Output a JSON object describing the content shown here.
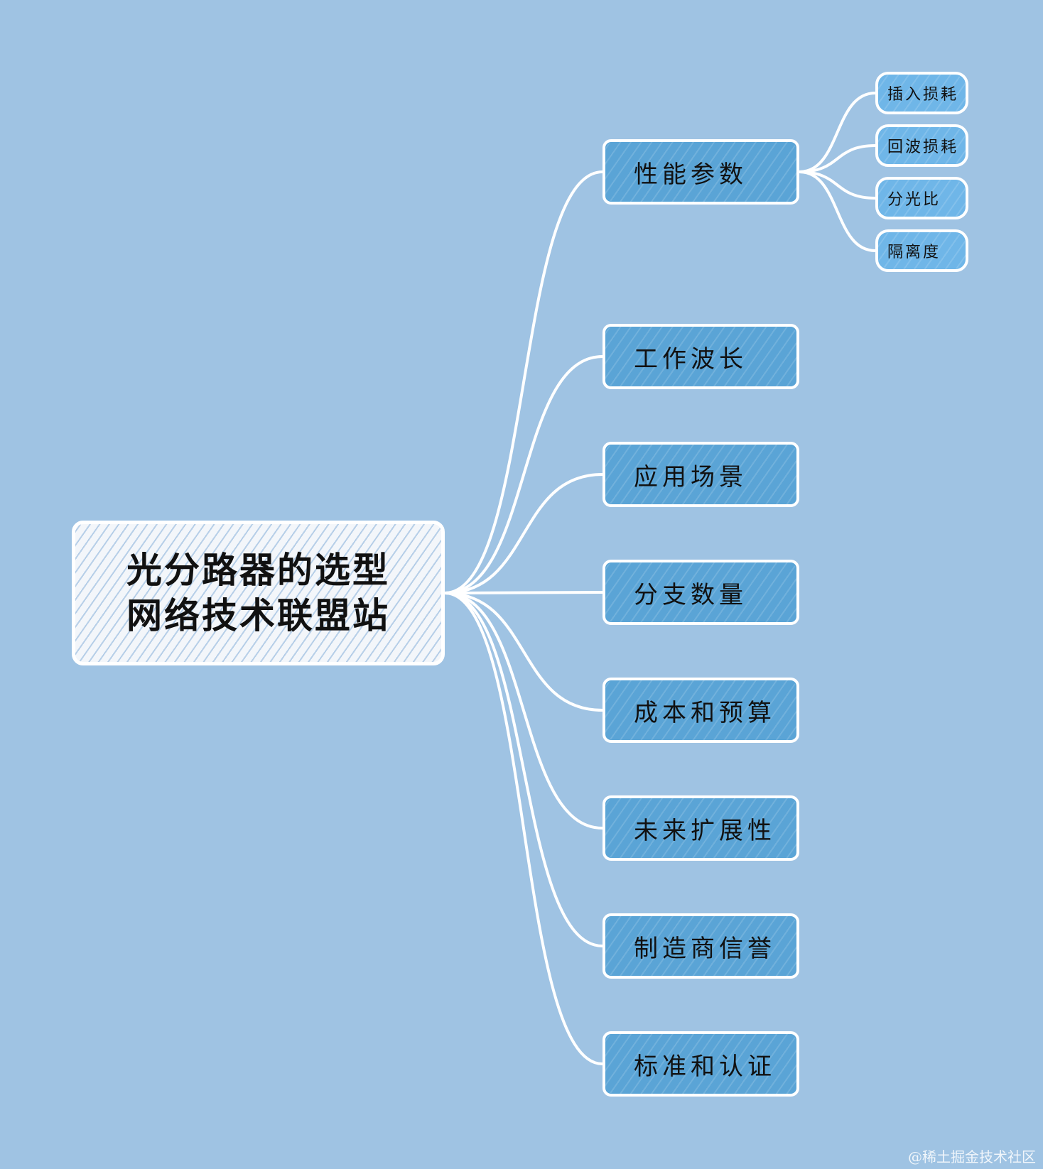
{
  "root": {
    "line1": "光分路器的选型",
    "line2": "网络技术联盟站"
  },
  "branches": [
    {
      "label": "性能参数"
    },
    {
      "label": "工作波长"
    },
    {
      "label": "应用场景"
    },
    {
      "label": "分支数量"
    },
    {
      "label": "成本和预算"
    },
    {
      "label": "未来扩展性"
    },
    {
      "label": "制造商信誉"
    },
    {
      "label": "标准和认证"
    }
  ],
  "leaves": [
    {
      "label": "插入损耗"
    },
    {
      "label": "回波损耗"
    },
    {
      "label": "分光比"
    },
    {
      "label": "隔离度"
    }
  ],
  "watermark": "@稀土掘金技术社区",
  "colors": {
    "background": "#9fc3e3",
    "branch_fill": "#5aa4d6",
    "leaf_fill": "#6fb6e8",
    "connector": "#ffffff"
  }
}
